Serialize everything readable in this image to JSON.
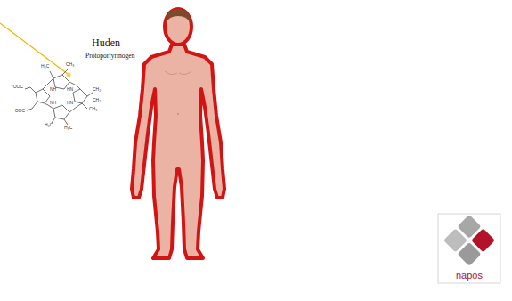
{
  "diagram": {
    "labels": [
      "Huden",
      "Protoporfyrinogen",
      "H₃C",
      "CH₃",
      "NH",
      "HN",
      "CH₂",
      "⁻OOC",
      "NH",
      "HN",
      "⁻OOC",
      "CH₃",
      "H₃C",
      "CH₂",
      "H₃C",
      "napos"
    ]
  }
}
